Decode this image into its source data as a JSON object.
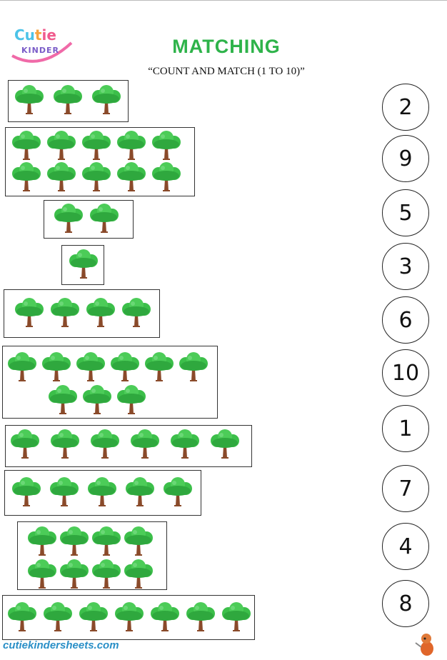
{
  "header": {
    "logo_text": "Cutie KINDER",
    "title": "MATCHING",
    "subtitle": "“COUNT AND MATCH (1 TO 10)”"
  },
  "groups": [
    {
      "count": 3
    },
    {
      "count": 10
    },
    {
      "count": 2
    },
    {
      "count": 1
    },
    {
      "count": 4
    },
    {
      "count": 9
    },
    {
      "count": 6
    },
    {
      "count": 5
    },
    {
      "count": 8
    },
    {
      "count": 7
    }
  ],
  "numbers": [
    "2",
    "9",
    "5",
    "3",
    "6",
    "10",
    "1",
    "7",
    "4",
    "8"
  ],
  "footer": {
    "website": "cutiekindersheets.com"
  },
  "colors": {
    "title": "#2eb34a",
    "leaf": "#3cbf4a",
    "trunk": "#8a4a2a",
    "footer": "#2a8fc7"
  }
}
